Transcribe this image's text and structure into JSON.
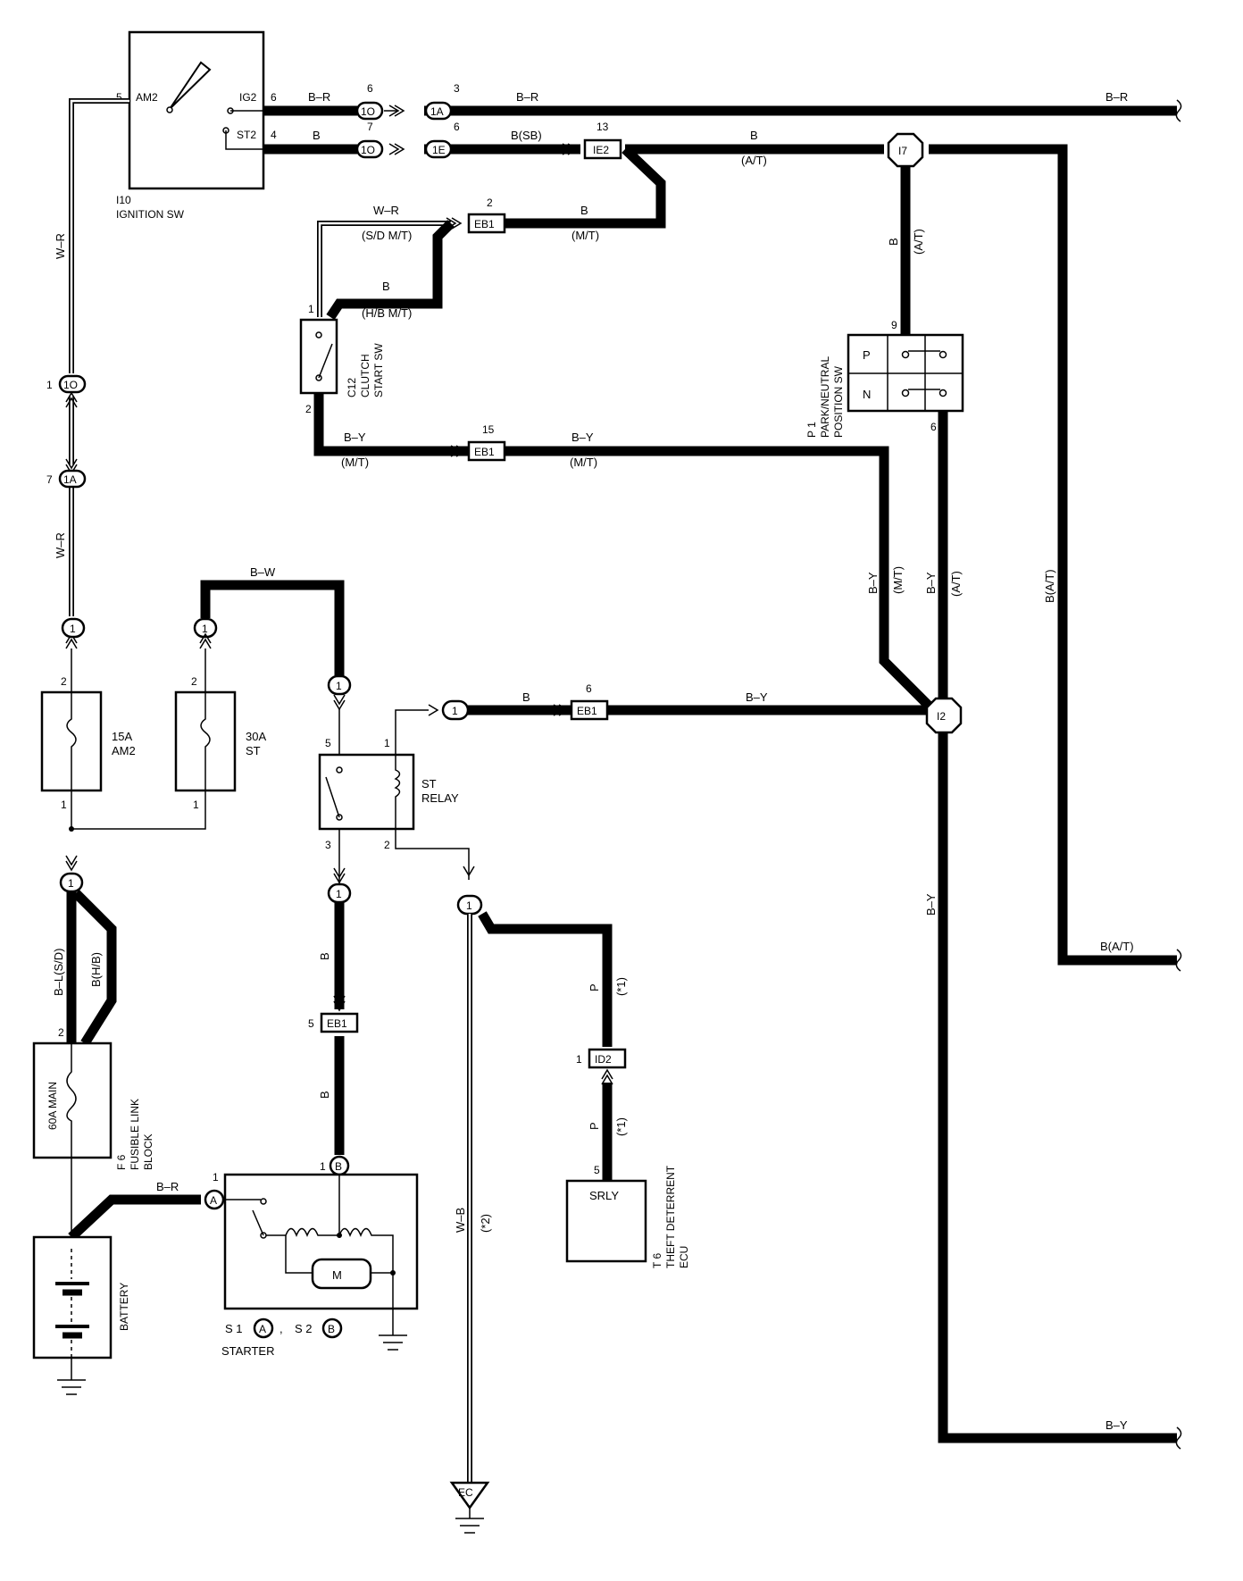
{
  "ignition_sw": {
    "id": "I10",
    "name": "IGNITION SW",
    "pin_am2": "AM2",
    "pin_ig2": "IG2",
    "pin_st2": "ST2",
    "n5": "5",
    "n6": "6",
    "n4": "4"
  },
  "top_wires": {
    "br1": "B–R",
    "br2": "B–R",
    "br3": "B–R",
    "b1": "B",
    "bsb": "B(SB)",
    "b_at": "B",
    "at": "(A/T)"
  },
  "connectors": {
    "c1o_a": "1O",
    "c1o_a_pin": "6",
    "c1a_a": "1A",
    "c1a_a_pin": "3",
    "c1o_b": "1O",
    "c1o_b_pin": "7",
    "c1e": "1E",
    "c1e_pin": "6",
    "ie2": "IE2",
    "ie2_pin": "13",
    "i7": "I7",
    "eb1_top": "EB1",
    "eb1_top_pin": "2",
    "eb1_mid": "EB1",
    "eb1_mid_pin": "15",
    "eb1_relay": "EB1",
    "eb1_relay_pin": "6",
    "eb1_low": "EB1",
    "eb1_low_pin": "5",
    "i2": "I2",
    "id2": "ID2",
    "id2_pin": "1",
    "c1o_left": "1O",
    "c1o_left_pin": "1",
    "c1a_left": "1A",
    "c1a_left_pin": "7",
    "one": "1"
  },
  "wr": {
    "a": "W–R",
    "b": "W–R",
    "c": "W–R",
    "sdmt": "(S/D M/T)"
  },
  "b_mt": {
    "b": "B",
    "mt": "(M/T)",
    "b2": "B",
    "hbmt": "(H/B M/T)"
  },
  "clutch": {
    "id": "C12",
    "name1": "CLUTCH",
    "name2": "START SW",
    "p1": "1",
    "p2": "2"
  },
  "by_mid": {
    "by1": "B–Y",
    "mt1": "(M/T)",
    "by2": "B–Y",
    "mt2": "(M/T)"
  },
  "pn_sw": {
    "id": "P 1",
    "name1": "PARK/NEUTRAL",
    "name2": "POSITION SW",
    "p": "P",
    "n": "N",
    "pin9": "9",
    "pin6": "6",
    "b_at_v": "B",
    "at_v": "(A/T)"
  },
  "right_v": {
    "by_mt": "B–Y",
    "mt": "(M/T)",
    "by_at": "B–Y",
    "at": "(A/T)",
    "b_at": "B(A/T)",
    "by_low": "B–Y",
    "b_at_out": "B(A/T)",
    "by_out": "B–Y"
  },
  "fuses": {
    "f15": "15A",
    "am2": "AM2",
    "f30": "30A",
    "st": "ST",
    "p2a": "2",
    "p1a": "1",
    "p2b": "2",
    "p1b": "1"
  },
  "bw": "B–W",
  "relay": {
    "name1": "ST",
    "name2": "RELAY",
    "p5": "5",
    "p1": "1",
    "p3": "3",
    "p2": "2",
    "b": "B",
    "by": "B–Y"
  },
  "fusible": {
    "id": "F 6",
    "name1": "FUSIBLE LINK",
    "name2": "BLOCK",
    "main": "60A MAIN",
    "p2": "2",
    "bl_sd": "B–L(S/D)",
    "b_hb": "B(H/B)"
  },
  "battery": "BATTERY",
  "starter": {
    "name": "STARTER",
    "s1": "S 1",
    "s2": "S 2",
    "a": "A",
    "b": "B",
    "m": "M",
    "br": "B–R",
    "p1a": "1",
    "p1b": "1",
    "sep": ","
  },
  "b_vert": {
    "b1": "B",
    "b2": "B"
  },
  "theft": {
    "id": "T 6",
    "name1": "THEFT DETERRENT",
    "name2": "ECU",
    "srly": "SRLY",
    "p5": "5",
    "p": "P",
    "star1": "(*1)",
    "p_b": "P",
    "star1b": "(*1)"
  },
  "wb": {
    "wb": "W–B",
    "star2": "(*2)"
  },
  "ground": {
    "ec": "EC"
  }
}
